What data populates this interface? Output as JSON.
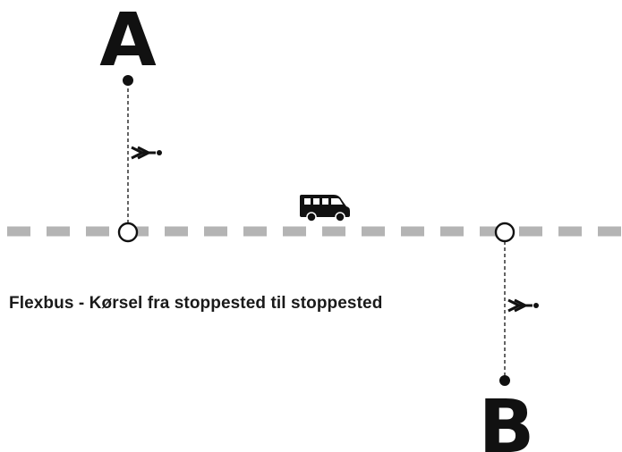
{
  "diagram": {
    "origin_label": "A",
    "destination_label": "B",
    "caption": "Flexbus - Kørsel fra stoppested til stoppested",
    "icons": {
      "vehicle": "minibus-icon",
      "walk_to_stop": "walking-person-icon",
      "walk_from_stop": "walking-person-icon",
      "origin_point": "origin-dot-icon",
      "destination_point": "destination-dot-icon",
      "pickup_stop": "bus-stop-circle-icon",
      "dropoff_stop": "bus-stop-circle-icon"
    }
  },
  "colors": {
    "route_dash": "#b4b4b4",
    "ink": "#111111",
    "background": "#ffffff"
  }
}
